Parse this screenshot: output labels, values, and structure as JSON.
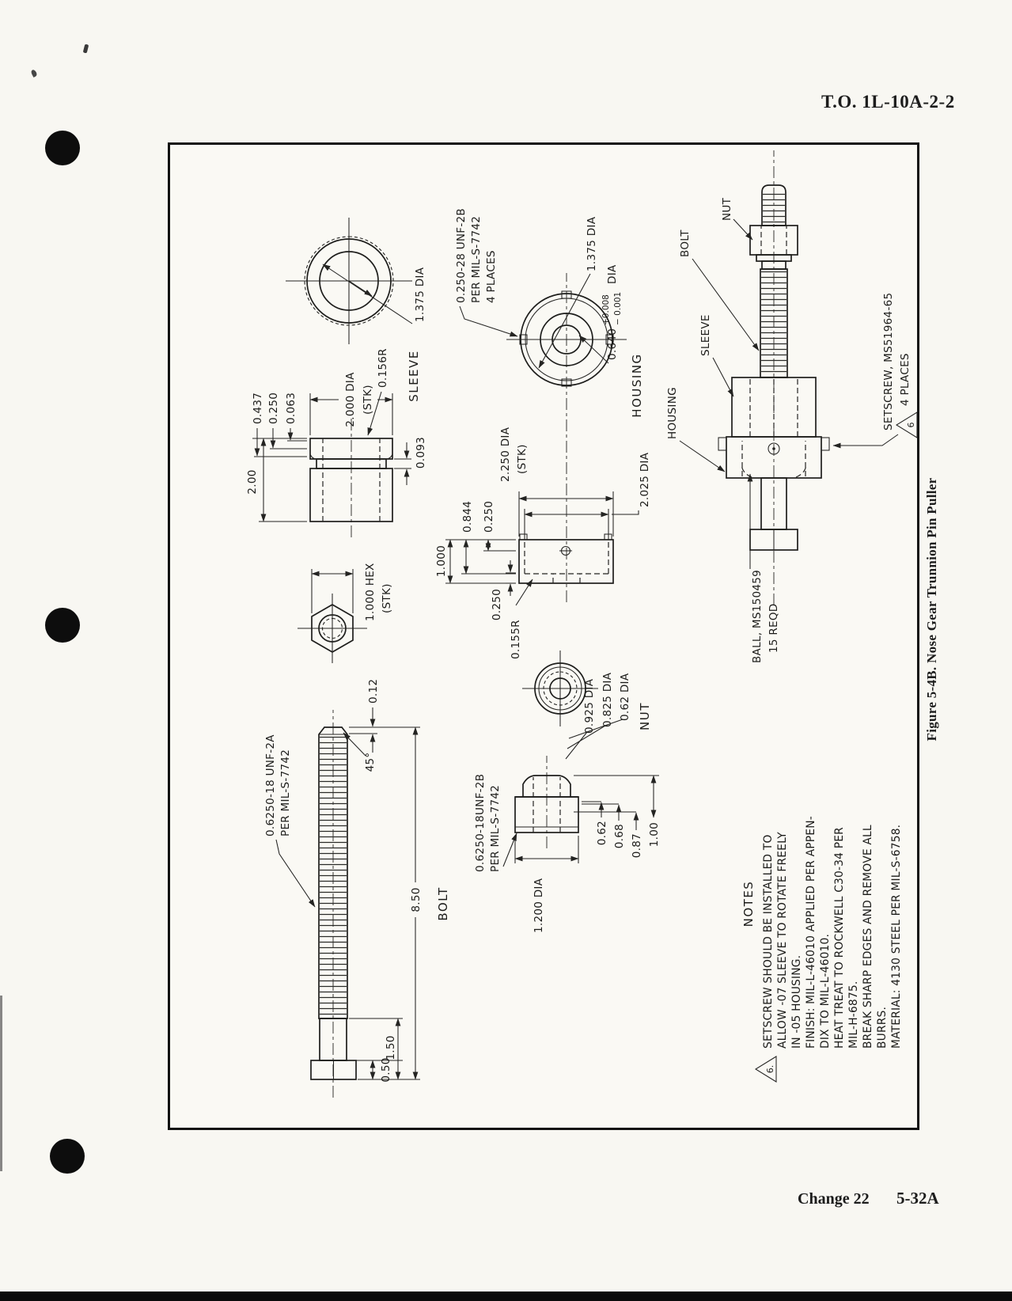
{
  "page": {
    "header": "T.O. 1L-10A-2-2",
    "caption": "Figure 5-4B.  Nose Gear Trunnion Pin Puller",
    "footer_change": "Change 22",
    "footer_page": "5-32A"
  },
  "bolt": {
    "title": "BOLT",
    "thread_callout_1": "0.6250-18 UNF-2A",
    "thread_callout_2": "PER MIL-S-7742",
    "hex_1": "1.000 HEX",
    "hex_2": "(STK)",
    "chamfer": "0.12",
    "angle": "45°",
    "len_total": "8.50",
    "len_grip": "1.50",
    "len_head": "0.50"
  },
  "sleeve": {
    "title": "SLEEVE",
    "dia_label": "1.375 DIA",
    "d1": "0.437",
    "d2": "0.250",
    "d3": "0.063",
    "od_1": "2.000 DIA",
    "od_2": "(STK)",
    "lip_r": "0.156R",
    "len": "2.00",
    "groove": "0.093"
  },
  "housing": {
    "title": "HOUSING",
    "tap_1": "0.250-28 UNF-2B",
    "tap_2": "PER MIL-S-7742",
    "tap_3": "4 PLACES",
    "od_label": "1.375 DIA",
    "bore_base": "0.640",
    "bore_plus": "+0.008",
    "bore_minus": "− 0.001",
    "bore_dia": "DIA",
    "stk_1": "2.250 DIA",
    "stk_2": "(STK)",
    "bore2": "2.025 DIA",
    "depth": "0.844",
    "d250a": "0.250",
    "len": "1.000",
    "d250b": "0.250",
    "rad": "0.155R"
  },
  "nut": {
    "title": "NUT",
    "thread_1": "0.6250-18UNF-2B",
    "thread_2": "PER MIL-S-7742",
    "dia1": "0.925 DIA",
    "dia2": "0.825 DIA",
    "dia3": "0.62 DIA",
    "od": "1.200 DIA",
    "l1": "0.62",
    "l2": "0.68",
    "l3": "0.87",
    "l4": "1.00"
  },
  "assembly": {
    "nut": "NUT",
    "bolt": "BOLT",
    "sleeve": "SLEEVE",
    "housing": "HOUSING",
    "setscrew_1": "SETSCREW, MS51964-65",
    "setscrew_2": "4 PLACES",
    "flag": "6",
    "ball_1": "BALL, MS150459",
    "ball_2": "15 REQD"
  },
  "notes": {
    "heading": "NOTES",
    "flag": "6.",
    "lines": [
      "SETSCREW SHOULD BE INSTALLED TO",
      "ALLOW -07 SLEEVE TO ROTATE FREELY",
      "IN -05 HOUSING.",
      "FINISH:  MIL-L-46010 APPLIED PER APPEN-",
      "DIX TO MIL-L-46010.",
      "HEAT TREAT TO ROCKWELL C30-34 PER",
      "MIL-H-6875.",
      "BREAK SHARP EDGES AND REMOVE ALL",
      "BURRS.",
      "MATERIAL:  4130 STEEL PER MIL-S-6758."
    ]
  }
}
